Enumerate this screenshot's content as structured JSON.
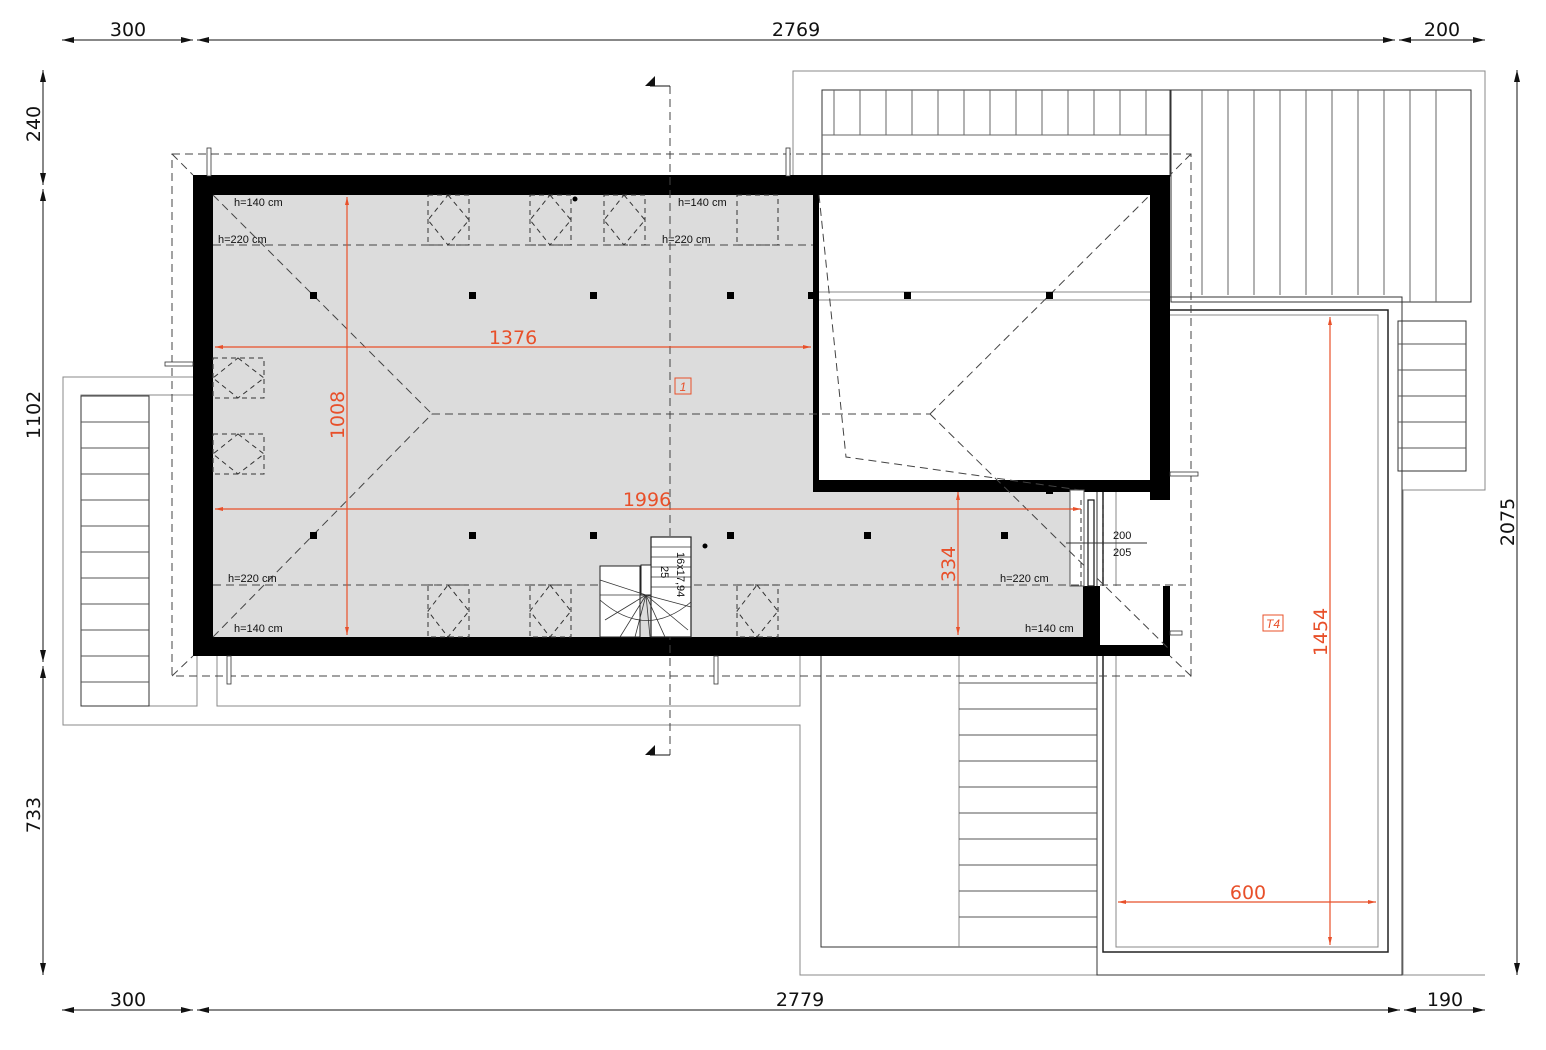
{
  "drawing": {
    "type": "attic floor plan",
    "colors": {
      "wall": "#000000",
      "floor": "#dcdcdc",
      "dimension_red": "#e8502a",
      "line": "#333333"
    }
  },
  "dimensions": {
    "top": [
      "300",
      "2769",
      "200"
    ],
    "bottom": [
      "300",
      "2779",
      "190"
    ],
    "left": [
      "240",
      "1102",
      "733"
    ],
    "right": [
      "2075"
    ]
  },
  "interior_dimensions": {
    "width_upper": "1376",
    "width_total": "1996",
    "height_left": "1008",
    "height_right": "334",
    "terrace_height": "1454",
    "terrace_width": "600"
  },
  "labels": {
    "h140_tl": "h=140 cm",
    "h140_tr": "h=140 cm",
    "h220_tl": "h=220 cm",
    "h220_tr": "h=220 cm",
    "h220_bl": "h=220 cm",
    "h220_br": "h=220 cm",
    "h140_bl": "h=140 cm",
    "h140_br": "h=140 cm",
    "door_top": "200",
    "door_bottom": "205",
    "stair_steps": "16x17,94",
    "stair_tread": "25"
  },
  "rooms": [
    {
      "id": "1",
      "label": "1"
    },
    {
      "id": "T4",
      "label": "T4"
    }
  ]
}
